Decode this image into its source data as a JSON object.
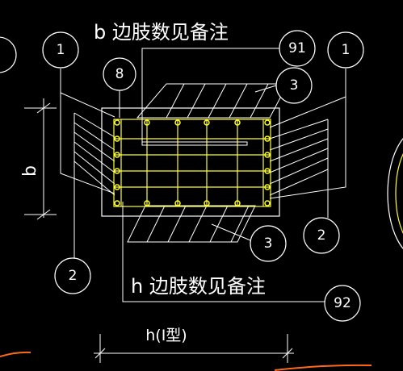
{
  "diagram": {
    "note_b": "b 边肢数见备注",
    "note_h": "h 边肢数见备注",
    "dim_b_label": "b",
    "dim_h_label": "h(I型)",
    "callouts": {
      "c1_left": "1",
      "c1_right": "1",
      "c2_left": "2",
      "c2_right": "2",
      "c3_top": "3",
      "c3_bottom": "3",
      "c8": "8",
      "c91": "91",
      "c92": "92"
    },
    "colors": {
      "background": "#000000",
      "outline": "#ffffff",
      "rebar": "#ffff33",
      "accent": "#ff6a1a"
    }
  }
}
